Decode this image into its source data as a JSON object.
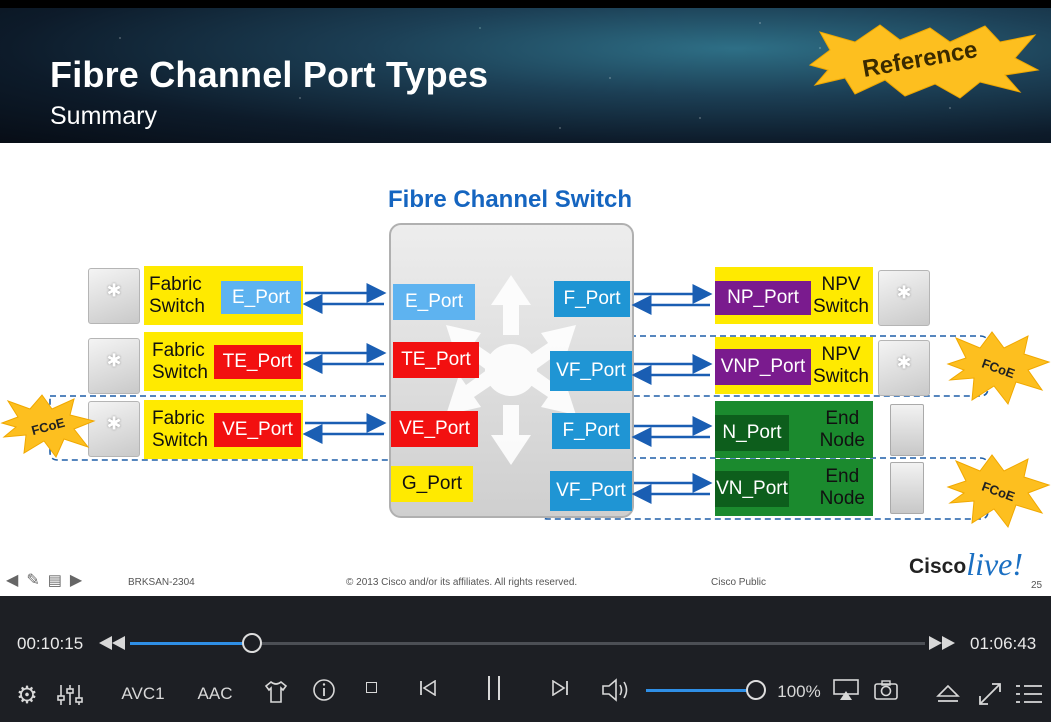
{
  "slide": {
    "title": "Fibre Channel Port Types",
    "subtitle": "Summary",
    "reference_badge": "Reference",
    "diagram_title": "Fibre Channel Switch",
    "left": [
      {
        "device": "Fabric\nSwitch",
        "port": "E_Port",
        "switch_port": "E_Port",
        "color": "#5eb3f0"
      },
      {
        "device": "Fabric\nSwitch",
        "port": "TE_Port",
        "switch_port": "TE_Port",
        "color": "#f21010"
      },
      {
        "device": "Fabric\nSwitch",
        "port": "VE_Port",
        "switch_port": "VE_Port",
        "color": "#f21010"
      }
    ],
    "g_port": "G_Port",
    "right": [
      {
        "switch_port": "F_Port",
        "port": "NP_Port",
        "device": "NPV\nSwitch",
        "color": "#7a1b8e"
      },
      {
        "switch_port": "VF_Port",
        "port": "VNP_Port",
        "device": "NPV\nSwitch",
        "color": "#7a1b8e"
      },
      {
        "switch_port": "F_Port",
        "port": "N_Port",
        "device": "End\nNode",
        "color": "#0d5e1c"
      },
      {
        "switch_port": "VF_Port",
        "port": "VN_Port",
        "device": "End\nNode",
        "color": "#0d5e1c"
      }
    ],
    "fcoe_label": "FCoE",
    "footer": {
      "session_id": "BRKSAN-2304",
      "copyright": "© 2013 Cisco and/or its affiliates. All rights reserved.",
      "classification": "Cisco Public",
      "page_number": "25",
      "logo_cisco": "Cisco",
      "logo_live": "live!"
    }
  },
  "player": {
    "elapsed": "00:10:15",
    "duration": "01:06:43",
    "progress": 0.154,
    "video_codec": "AVC1",
    "audio_codec": "AAC",
    "volume_percent": "100%",
    "volume_level": 1.0,
    "accent_color": "#2f8fe6"
  }
}
